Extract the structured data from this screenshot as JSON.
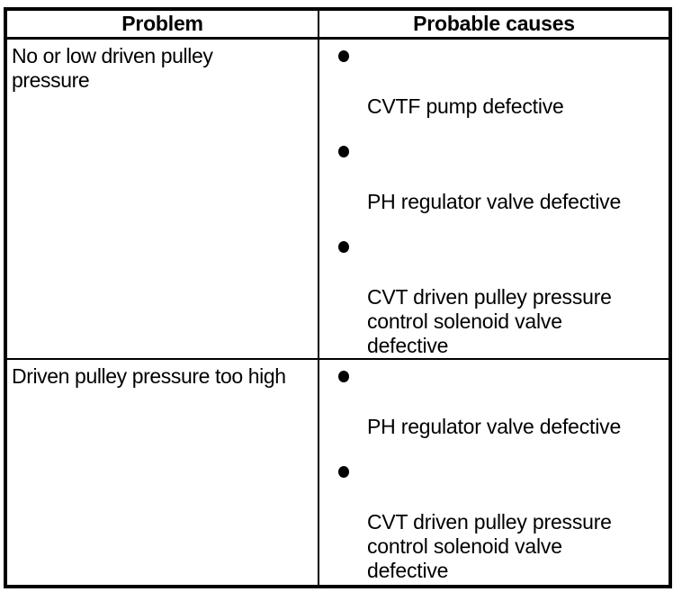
{
  "colors": {
    "ink": "#000000",
    "paper": "#ffffff"
  },
  "table": {
    "columns": [
      {
        "label": "Problem"
      },
      {
        "label": "Probable causes"
      }
    ],
    "rows": [
      {
        "problem_lines": [
          "No or low driven pulley",
          "pressure"
        ],
        "causes": [
          {
            "lines": [
              "CVTF pump defective"
            ]
          },
          {
            "lines": [
              "PH regulator valve defective"
            ]
          },
          {
            "lines": [
              "CVT driven pulley pressure",
              "control solenoid valve",
              "defective"
            ]
          }
        ]
      },
      {
        "problem_lines": [
          "Driven pulley pressure too high"
        ],
        "causes": [
          {
            "lines": [
              "PH regulator valve defective"
            ]
          },
          {
            "lines": [
              "CVT driven pulley pressure",
              "control solenoid valve",
              "defective"
            ]
          }
        ]
      }
    ]
  }
}
